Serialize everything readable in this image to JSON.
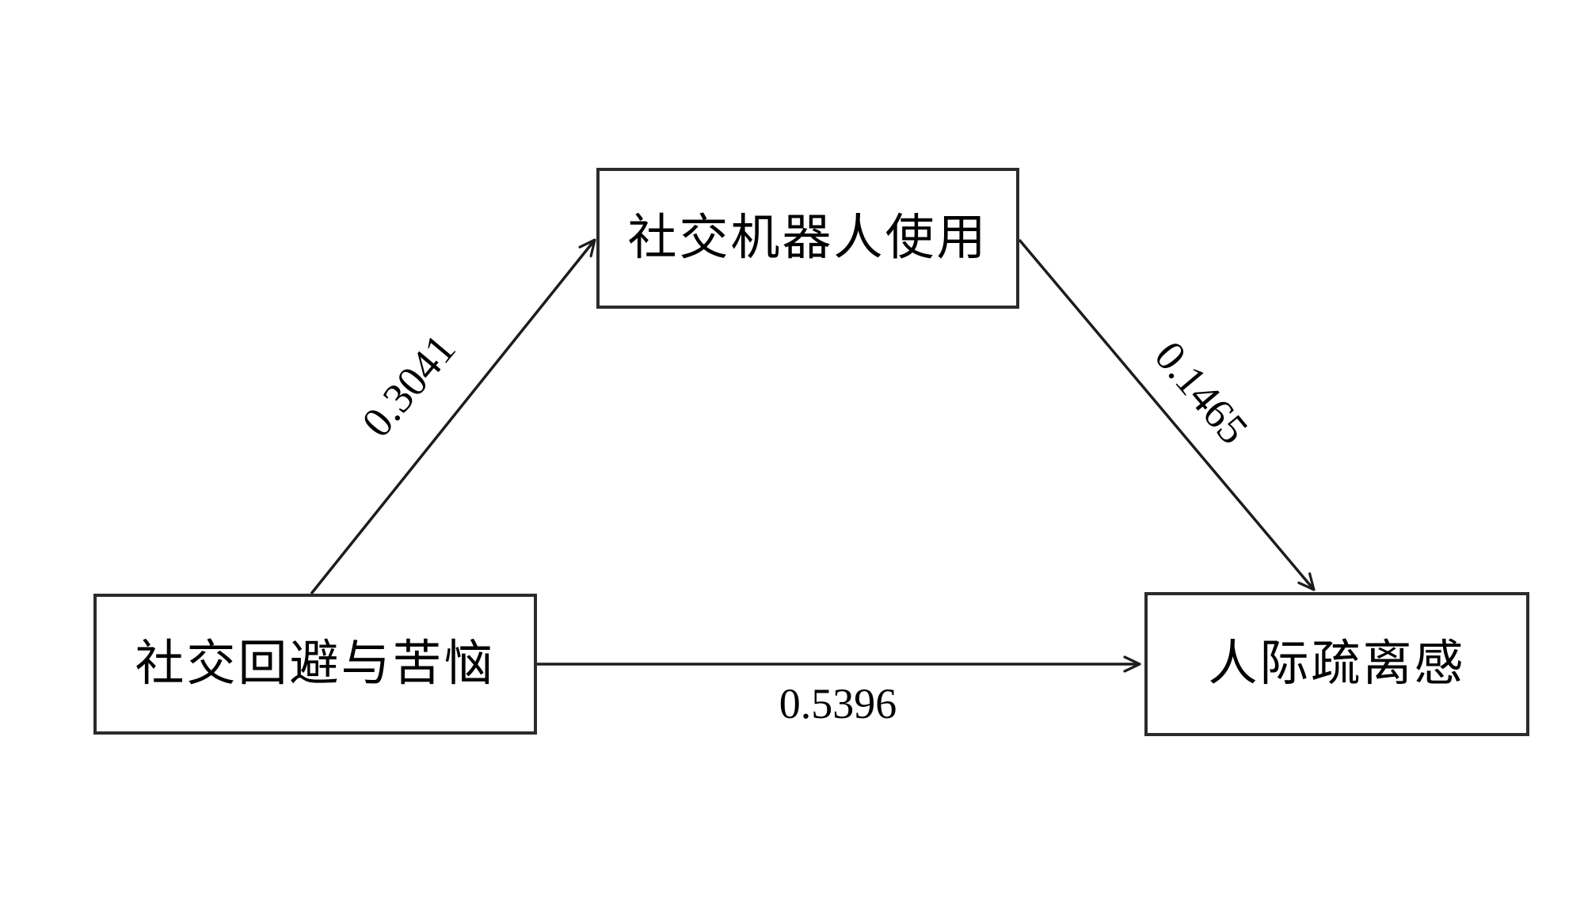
{
  "diagram": {
    "nodes": [
      {
        "id": "independent",
        "label": "社交回避与苦恼"
      },
      {
        "id": "mediator",
        "label": "社交机器人使用"
      },
      {
        "id": "dependent",
        "label": "人际疏离感"
      }
    ],
    "edges": [
      {
        "id": "a",
        "from": "independent",
        "to": "mediator",
        "coefficient": "0.3041"
      },
      {
        "id": "b",
        "from": "mediator",
        "to": "dependent",
        "coefficient": "0.1465"
      },
      {
        "id": "c",
        "from": "independent",
        "to": "dependent",
        "coefficient": "0.5396"
      }
    ],
    "colors": {
      "background": "#ffffff",
      "line": "#1c1c1c",
      "box_border": "#2b2b2b",
      "text": "#000000"
    }
  }
}
